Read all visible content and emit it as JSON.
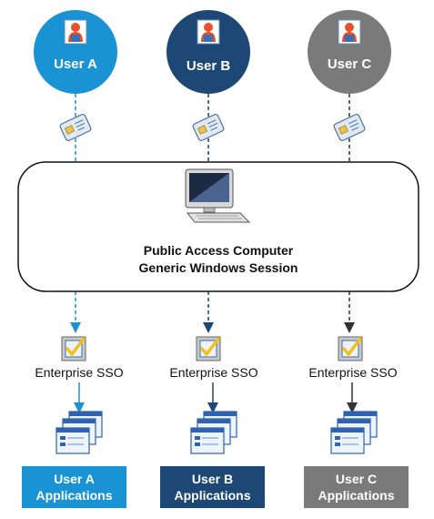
{
  "users": [
    {
      "label": "User A",
      "color": "#1a93d4",
      "line_color": "#1a93d4",
      "apps_line1": "User A",
      "apps_line2": "Applications"
    },
    {
      "label": "User B",
      "color": "#1d4774",
      "line_color": "#1d4774",
      "apps_line1": "User B",
      "apps_line2": "Applications"
    },
    {
      "label": "User C",
      "color": "#7a7a7a",
      "line_color": "#333333",
      "apps_line1": "User C",
      "apps_line2": "Applications"
    }
  ],
  "computer": {
    "line1": "Public Access Computer",
    "line2": "Generic Windows Session"
  },
  "sso_label": "Enterprise SSO",
  "icons": [
    "user-person-icon",
    "smart-card-icon",
    "desktop-computer-icon",
    "sso-checkbox-icon",
    "application-windows-icon"
  ]
}
